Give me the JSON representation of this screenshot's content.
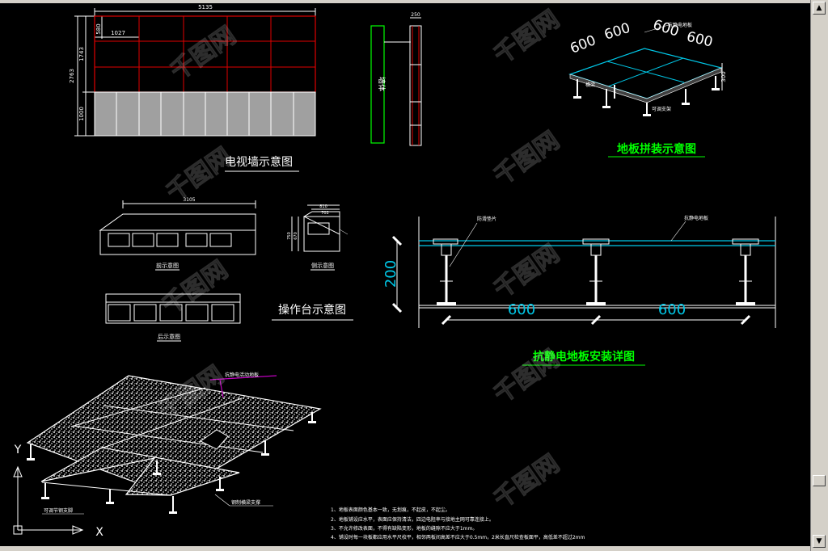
{
  "tv_wall": {
    "title": "电视墙示意图",
    "dim_width": "5135",
    "dim_total_height": "2763",
    "dim_upper_height": "1743",
    "dim_lower_height": "1000",
    "dim_cell_height": "580",
    "dim_cell_width": "1027",
    "side_dim_depth": "250",
    "side_wall_label": "墙体"
  },
  "console": {
    "title": "操作台示意图",
    "dim_width": "3105",
    "front_label": "前示意图",
    "side_label": "侧示意图",
    "back_label": "后示意图",
    "side_dim_top": "810",
    "side_dim_top2": "702",
    "side_dim_h1": "750",
    "side_dim_h2": "670"
  },
  "floor_assembly": {
    "title": "地板拼装示意图",
    "dims": [
      "600",
      "600",
      "600",
      "600"
    ],
    "height": "300",
    "label_top": "抗静电地板",
    "label_stringer": "横梁",
    "label_support": "可调支架"
  },
  "floor_detail": {
    "title": "抗静电地板安装详图",
    "height": "200",
    "spacing_1": "600",
    "spacing_2": "600",
    "label_left": "防滑垫片",
    "label_right": "抗静电地板"
  },
  "iso_floor": {
    "label_panel": "抗静电活动地板",
    "label_support": "可调节钢支脚",
    "label_beam": "钢制横梁支撑",
    "axis_y": "Y",
    "axis_x": "X"
  },
  "notes": [
    "1、地板表面颜色基本一致，无划痕，不起皮，不起尘。",
    "2、地板铺设应水平，表面应保持清洁，四边电阻率与接地主网可靠连接上。",
    "3、不允许修改表面，不得有缺陷变形，地板的缝隙不应大于1mm。",
    "4、铺设时每一块板都应用水平尺校平，相邻两板间高差不应大于0.5mm，2米长直尺检查板面平，高低差不超过2mm"
  ],
  "watermark": "千图网",
  "colors": {
    "background": "#000000",
    "red": "#e00000",
    "white": "#ffffff",
    "green": "#00ff00",
    "cyan": "#00c8e8",
    "gray": "#a8a8a8",
    "magenta": "#c000c0",
    "label_bar": "#ffff00"
  }
}
